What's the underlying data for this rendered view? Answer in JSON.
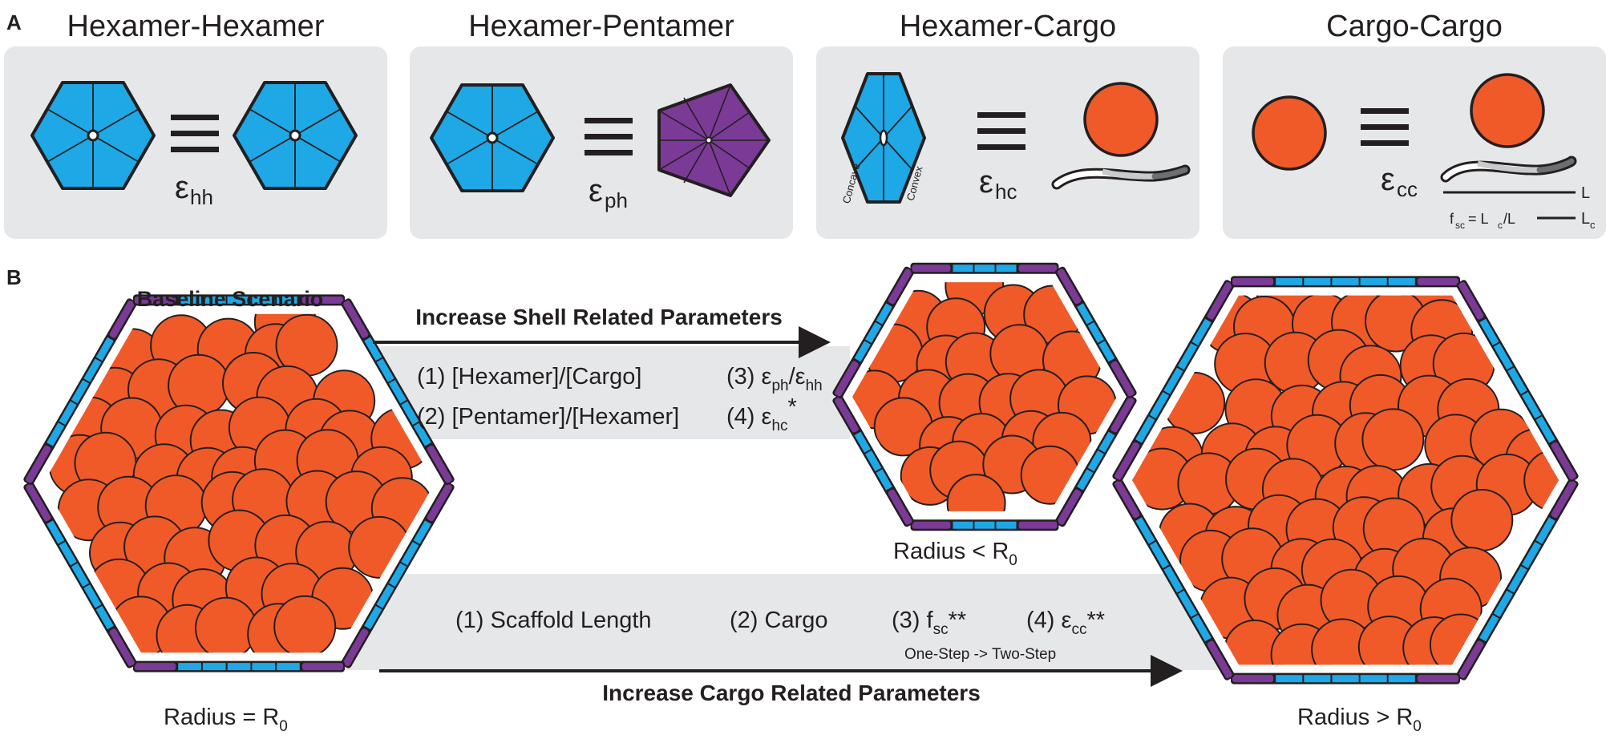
{
  "colors": {
    "hexamer": "#1ea8e6",
    "pentamer": "#7b3a96",
    "cargo": "#f05a28",
    "panel": "#e6e7e8",
    "band": "#e6e7e8",
    "outline": "#231f20",
    "scaffold_light": "#ffffff",
    "scaffold_mid": "#c9cacb",
    "scaffold_dark": "#6d6e70"
  },
  "icons": [
    "hexamer-hexagon-icon",
    "pentamer-pentagon-icon",
    "cargo-circle-icon",
    "scaffold-strand-icon",
    "arrow-right-icon"
  ],
  "panel_a": {
    "label": "A",
    "boxes": [
      {
        "title": "Hexamer-Hexamer",
        "eq": "≡",
        "eps": "ε",
        "sub": "hh"
      },
      {
        "title": "Hexamer-Pentamer",
        "eq": "≡",
        "eps": "ε",
        "sub": "ph"
      },
      {
        "title": "Hexamer-Cargo",
        "eq": "≡",
        "eps": "ε",
        "sub": "hc",
        "side_left": "Concave",
        "side_right": "Convex"
      },
      {
        "title": "Cargo-Cargo",
        "eq": "≡",
        "eps": "ε",
        "sub": "cc",
        "length_label": "L",
        "length_c_label": "L",
        "length_c_sub": "c",
        "fsc_f": "f",
        "fsc_sub": "sc",
        "fsc_eq": "= L",
        "fsc_lc_sub": "c",
        "fsc_tail": "/L"
      }
    ]
  },
  "panel_b": {
    "label": "B",
    "baseline_title": "Baseline Scenario",
    "radius_base": "Radius = R",
    "radius_base_sub": "0",
    "radius_small": "Radius < R",
    "radius_small_sub": "0",
    "radius_large": "Radius > R",
    "radius_large_sub": "0",
    "shell_arrow_label": "Increase Shell Related Parameters",
    "shell_params": {
      "p1": "(1) [Hexamer]/[Cargo]",
      "p2": "(2) [Pentamer]/[Hexamer]",
      "p3_pre": "(3) ε",
      "p3_sub1": "ph",
      "p3_mid": "/ε",
      "p3_sub2": "hh",
      "p4_pre": "(4) ε",
      "p4_sub": "hc",
      "p4_star": "*"
    },
    "cargo_arrow_label": "Increase Cargo Related Parameters",
    "cargo_params": {
      "p1": "(1) Scaffold Length",
      "p2": "(2) Cargo",
      "p3_pre": "(3) f",
      "p3_sub": "sc",
      "p3_star": "**",
      "p4_pre": "(4) ε",
      "p4_sub": "cc",
      "p4_star": "**",
      "note": "One-Step -> Two-Step"
    }
  }
}
